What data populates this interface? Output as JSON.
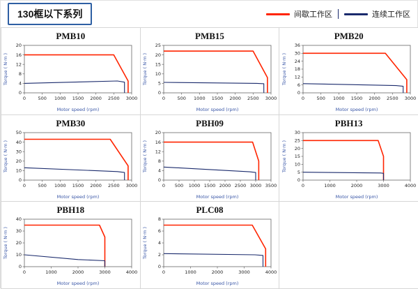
{
  "header": {
    "series_title": "130框以下系列"
  },
  "legend": [
    {
      "label": "间歇工作区",
      "color": "#ff2400"
    },
    {
      "label": "连续工作区",
      "color": "#1a2a6c"
    }
  ],
  "axis_style": {
    "label_color": "#3a57a7",
    "tick_color": "#222222",
    "frame_color": "#666666"
  },
  "chart_data": [
    {
      "type": "line",
      "title": "PMB10",
      "xlabel": "Motor speed (rpm)",
      "ylabel": "Torque ( N·m )",
      "xlim": [
        0,
        3000
      ],
      "xticks": [
        0,
        500,
        1000,
        1500,
        2000,
        2500,
        3000
      ],
      "ylim": [
        0,
        20
      ],
      "yticks": [
        0,
        4,
        8,
        12,
        16,
        20
      ],
      "series": [
        {
          "name": "间歇工作区",
          "color": "#ff2400",
          "points": [
            [
              0,
              16
            ],
            [
              2500,
              16
            ],
            [
              2900,
              5
            ],
            [
              2900,
              0
            ]
          ]
        },
        {
          "name": "连续工作区",
          "color": "#1a2a6c",
          "points": [
            [
              0,
              4
            ],
            [
              2600,
              5
            ],
            [
              2800,
              4.5
            ],
            [
              2800,
              0
            ]
          ]
        }
      ]
    },
    {
      "type": "line",
      "title": "PMB15",
      "xlabel": "Motor speed (rpm)",
      "ylabel": "Torque ( N·m )",
      "xlim": [
        0,
        3000
      ],
      "xticks": [
        0,
        500,
        1000,
        1500,
        2000,
        2500,
        3000
      ],
      "ylim": [
        0,
        25
      ],
      "yticks": [
        0,
        5,
        10,
        15,
        20,
        25
      ],
      "series": [
        {
          "name": "间歇工作区",
          "color": "#ff2400",
          "points": [
            [
              0,
              22
            ],
            [
              2500,
              22
            ],
            [
              2900,
              8
            ],
            [
              2900,
              0
            ]
          ]
        },
        {
          "name": "连续工作区",
          "color": "#1a2a6c",
          "points": [
            [
              0,
              5.5
            ],
            [
              2600,
              5
            ],
            [
              2800,
              4.8
            ],
            [
              2800,
              0
            ]
          ]
        }
      ]
    },
    {
      "type": "line",
      "title": "PMB20",
      "xlabel": "Motor speed (rpm)",
      "ylabel": "Torque ( N·m )",
      "xlim": [
        0,
        3000
      ],
      "xticks": [
        0,
        500,
        1000,
        1500,
        2000,
        2500,
        3000
      ],
      "ylim": [
        0,
        36
      ],
      "yticks": [
        0,
        6,
        12,
        18,
        24,
        30,
        36
      ],
      "series": [
        {
          "name": "间歇工作区",
          "color": "#ff2400",
          "points": [
            [
              0,
              30
            ],
            [
              2300,
              30
            ],
            [
              2900,
              10
            ],
            [
              2900,
              0
            ]
          ]
        },
        {
          "name": "连续工作区",
          "color": "#1a2a6c",
          "points": [
            [
              0,
              7
            ],
            [
              2600,
              5.5
            ],
            [
              2800,
              5
            ],
            [
              2800,
              0
            ]
          ]
        }
      ]
    },
    {
      "type": "line",
      "title": "PMB30",
      "xlabel": "Motor speed (rpm)",
      "ylabel": "Torque ( N·m )",
      "xlim": [
        0,
        3000
      ],
      "xticks": [
        0,
        500,
        1000,
        1500,
        2000,
        2500,
        3000
      ],
      "ylim": [
        0,
        50
      ],
      "yticks": [
        0,
        10,
        20,
        30,
        40,
        50
      ],
      "series": [
        {
          "name": "间歇工作区",
          "color": "#ff2400",
          "points": [
            [
              0,
              43
            ],
            [
              2400,
              43
            ],
            [
              2900,
              15
            ],
            [
              2900,
              0
            ]
          ]
        },
        {
          "name": "连续工作区",
          "color": "#1a2a6c",
          "points": [
            [
              0,
              13
            ],
            [
              2600,
              9
            ],
            [
              2800,
              8
            ],
            [
              2800,
              0
            ]
          ]
        }
      ]
    },
    {
      "type": "line",
      "title": "PBH09",
      "xlabel": "Motor speed (rpm)",
      "ylabel": "Torque ( N·m )",
      "xlim": [
        0,
        3500
      ],
      "xticks": [
        0,
        500,
        1000,
        1500,
        2000,
        2500,
        3000,
        3500
      ],
      "ylim": [
        0,
        20
      ],
      "yticks": [
        0,
        4,
        8,
        12,
        16,
        20
      ],
      "series": [
        {
          "name": "间歇工作区",
          "color": "#ff2400",
          "points": [
            [
              0,
              16
            ],
            [
              2900,
              16
            ],
            [
              3100,
              8
            ],
            [
              3100,
              0
            ]
          ]
        },
        {
          "name": "连续工作区",
          "color": "#1a2a6c",
          "points": [
            [
              0,
              5.5
            ],
            [
              2800,
              3.5
            ],
            [
              3000,
              3.2
            ],
            [
              3000,
              0
            ]
          ]
        }
      ]
    },
    {
      "type": "line",
      "title": "PBH13",
      "xlabel": "Motor speed (rpm)",
      "ylabel": "Torque ( N·m )",
      "xlim": [
        0,
        4000
      ],
      "xticks": [
        0,
        1000,
        2000,
        3000,
        4000
      ],
      "ylim": [
        0,
        30
      ],
      "yticks": [
        0,
        5,
        10,
        15,
        20,
        25,
        30
      ],
      "series": [
        {
          "name": "间歇工作区",
          "color": "#ff2400",
          "points": [
            [
              0,
              25
            ],
            [
              2800,
              25
            ],
            [
              3000,
              15
            ],
            [
              3000,
              0
            ]
          ]
        },
        {
          "name": "连续工作区",
          "color": "#1a2a6c",
          "points": [
            [
              0,
              5
            ],
            [
              2900,
              4.5
            ],
            [
              3000,
              4.3
            ],
            [
              3000,
              0
            ]
          ]
        }
      ]
    },
    {
      "type": "line",
      "title": "PBH18",
      "xlabel": "Motor speed (rpm)",
      "ylabel": "Torque ( N·m )",
      "xlim": [
        0,
        4000
      ],
      "xticks": [
        0,
        1000,
        2000,
        3000,
        4000
      ],
      "ylim": [
        0,
        40
      ],
      "yticks": [
        0,
        10,
        20,
        30,
        40
      ],
      "series": [
        {
          "name": "间歇工作区",
          "color": "#ff2400",
          "points": [
            [
              0,
              35
            ],
            [
              2800,
              35
            ],
            [
              3000,
              25
            ],
            [
              3000,
              0
            ]
          ]
        },
        {
          "name": "连续工作区",
          "color": "#1a2a6c",
          "points": [
            [
              0,
              10
            ],
            [
              2000,
              6
            ],
            [
              3000,
              5
            ],
            [
              3000,
              0
            ]
          ]
        }
      ]
    },
    {
      "type": "line",
      "title": "PLC08",
      "xlabel": "Motor speed (rpm)",
      "ylabel": "Torque ( N·m )",
      "xlim": [
        0,
        4000
      ],
      "xticks": [
        0,
        1000,
        2000,
        3000,
        4000
      ],
      "ylim": [
        0,
        8
      ],
      "yticks": [
        0,
        2,
        4,
        6,
        8
      ],
      "series": [
        {
          "name": "间歇工作区",
          "color": "#ff2400",
          "points": [
            [
              0,
              7
            ],
            [
              3300,
              7
            ],
            [
              3800,
              3
            ],
            [
              3800,
              0
            ]
          ]
        },
        {
          "name": "连续工作区",
          "color": "#1a2a6c",
          "points": [
            [
              0,
              2.2
            ],
            [
              3400,
              2
            ],
            [
              3700,
              1.9
            ],
            [
              3700,
              0
            ]
          ]
        }
      ]
    }
  ]
}
